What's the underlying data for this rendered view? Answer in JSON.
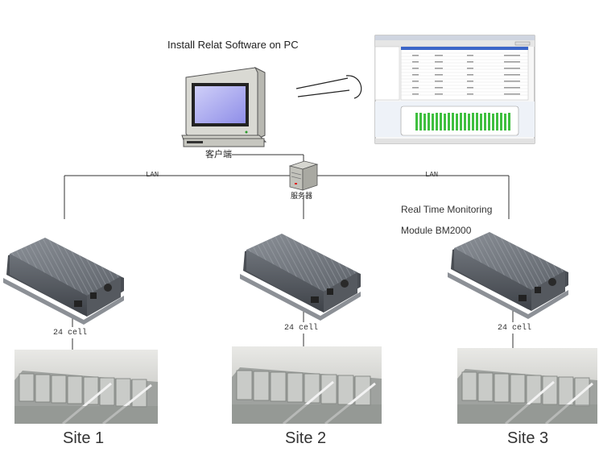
{
  "labels": {
    "install": "Install Relat Software on PC",
    "client": "客户端",
    "server": "服务器",
    "lan_left": "LAN",
    "lan_right": "LAN",
    "rtm_line1": "Real Time Monitoring",
    "rtm_line2": "Module BM2000",
    "cell_1": "24 cell",
    "cell_2": "24 cell",
    "cell_3": "24 cell",
    "site_1": "Site 1",
    "site_2": "Site 2",
    "site_3": "Site 3"
  },
  "icons": {
    "pc": "desktop-computer-icon",
    "server": "server-tower-icon",
    "module": "monitoring-module-icon",
    "battery": "battery-bank-photo"
  },
  "colors": {
    "screen": "#a9a8f2",
    "bars": "#3fbf3f",
    "line": "#333333"
  }
}
